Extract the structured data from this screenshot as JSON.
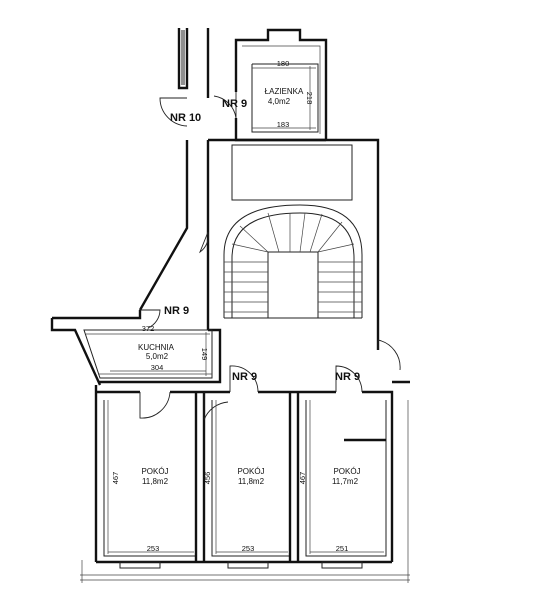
{
  "rooms": {
    "lazienka": {
      "name": "ŁAZIENKA",
      "area": "4,0m2"
    },
    "kuchnia": {
      "name": "KUCHNIA",
      "area": "5,0m2"
    },
    "pokoj1": {
      "name": "POKÓJ",
      "area": "11,8m2"
    },
    "pokoj2": {
      "name": "POKÓJ",
      "area": "11,8m2"
    },
    "pokoj3": {
      "name": "POKÓJ",
      "area": "11,7m2"
    }
  },
  "labels": {
    "nr10": "NR 10",
    "nr9_bath": "NR 9",
    "nr9_kitchen": "NR 9",
    "nr9_hall_left": "NR 9",
    "nr9_hall_right": "NR 9"
  },
  "dimensions": {
    "bath_top": "180",
    "bath_bottom": "183",
    "bath_side": "218",
    "kitchen_top": "372",
    "kitchen_bottom": "304",
    "kitchen_side": "149",
    "room1_height": "467",
    "room1_width": "253",
    "room2_height": "456",
    "room2_width": "253",
    "room3_height": "467",
    "room3_width": "251"
  }
}
